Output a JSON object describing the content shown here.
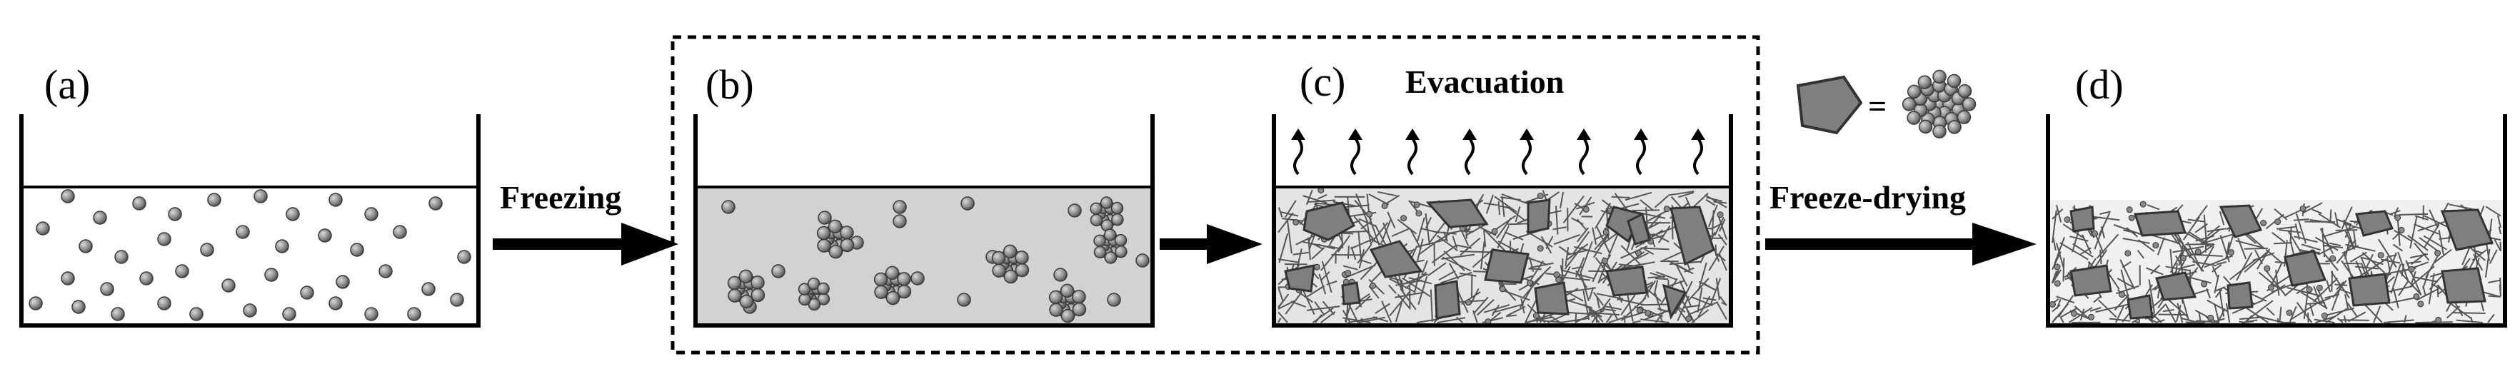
{
  "panels": {
    "a": {
      "label": "(a)"
    },
    "b": {
      "label": "(b)"
    },
    "c": {
      "label": "(c)",
      "title": "Evacuation"
    },
    "d": {
      "label": "(d)"
    }
  },
  "arrows": {
    "freezing": "Freezing",
    "freeze_drying": "Freeze-drying"
  },
  "legend": {
    "equals": "="
  },
  "colors": {
    "particle": "#8a8a8a",
    "particle_edge": "#3a3a3a",
    "ice": "#d2d2d2",
    "flake": "#7f7f7f",
    "fibre": "#555555",
    "ink": "#000000"
  }
}
